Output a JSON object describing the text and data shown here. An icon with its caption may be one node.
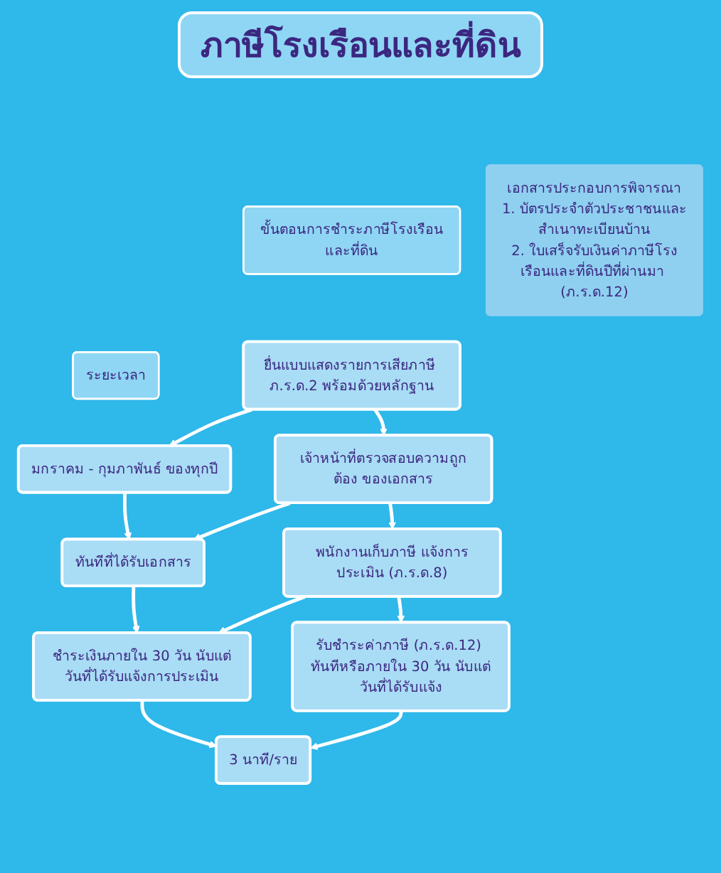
{
  "diagram": {
    "title": "ภาษีโรงเรือนและที่ดิน",
    "nodes": [
      {
        "text": [
          "ขั้นตอนการชำระภาษีโรงเรือนและที่ดิน"
        ]
      },
      {
        "text": [
          "ระยะเวลา"
        ]
      },
      {
        "text": [
          "ยื่นแบบแสดงรายการเสียภาษี ภ.ร.ด.2 พร้อมด้วยหลักฐาน"
        ]
      },
      {
        "text": [
          "มกราคม - กุมภาพันธ์ ของทุกปี"
        ]
      },
      {
        "text": [
          "เจ้าหน้าที่ตรวจสอบความถูกต้อง ของเอกสาร"
        ]
      },
      {
        "text": [
          "ทันทีที่ได้รับเอกสาร"
        ]
      },
      {
        "text": [
          "พนักงานเก็บภาษี แจ้งการประเมิน (ภ.ร.ด.8)"
        ]
      },
      {
        "text": [
          "ชำระเงินภายใน 30 วัน นับแต่วันที่ได้รับแจ้งการประเมิน"
        ]
      },
      {
        "text": [
          "รับชำระค่าภาษี (ภ.ร.ด.12) ทันทีหรือภายใน 30 วัน นับแต่วันที่ได้รับแจ้ง"
        ]
      },
      {
        "text": [
          "3 นาที/ราย"
        ]
      },
      {
        "text": [
          "เอกสารประกอบการพิจารณา",
          "1. บัตรประจำตัวประชาชนและสำเนาทะเบียนบ้าน",
          "2. ใบเสร็จรับเงินค่าภาษีโรงเรือนและที่ดินปีที่ผ่านมา (ภ.ร.ด.12)"
        ]
      }
    ],
    "edges": [
      {
        "from": 2,
        "to": 3,
        "arrow": "to"
      },
      {
        "from": 2,
        "to": 4,
        "arrow": "to"
      },
      {
        "from": 3,
        "to": 5,
        "arrow": "to"
      },
      {
        "from": 4,
        "to": 5,
        "arrow": "to"
      },
      {
        "from": 4,
        "to": 6,
        "arrow": "to"
      },
      {
        "from": 5,
        "to": 7,
        "arrow": "to"
      },
      {
        "from": 6,
        "to": 7,
        "arrow": "to"
      },
      {
        "from": 6,
        "to": 8,
        "arrow": "to"
      },
      {
        "from": 7,
        "to": 9,
        "arrow": "to"
      },
      {
        "from": 8,
        "to": 9,
        "arrow": "to"
      }
    ]
  }
}
